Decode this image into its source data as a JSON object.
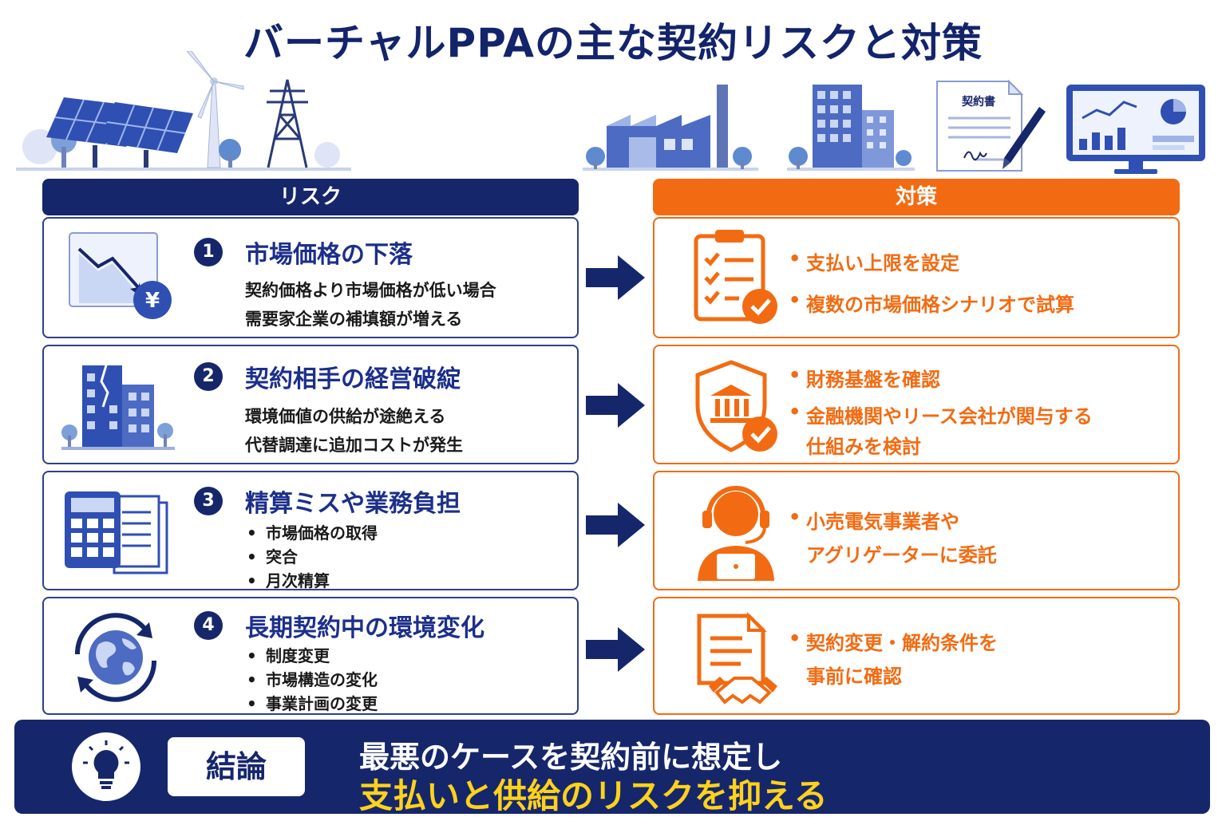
{
  "title": "バーチャルPPAの主な契約リスクと対策",
  "headers": {
    "risk": "リスク",
    "measure": "対策"
  },
  "illustrations": {
    "document_label": "契約書"
  },
  "risks": [
    {
      "number": "1",
      "icon": "price-down-yen-icon",
      "title": "市場価格の下落",
      "lines": [
        "契約価格より市場価格が低い場合",
        "需要家企業の補填額が増える"
      ]
    },
    {
      "number": "2",
      "icon": "building-crack-icon",
      "title": "契約相手の経営破綻",
      "lines": [
        "環境価値の供給が途絶える",
        "代替調達に追加コストが発生"
      ]
    },
    {
      "number": "3",
      "icon": "calculator-documents-icon",
      "title": "精算ミスや業務負担",
      "bullets": [
        "市場価格の取得",
        "突合",
        "月次精算"
      ]
    },
    {
      "number": "4",
      "icon": "globe-cycle-icon",
      "title": "長期契約中の環境変化",
      "bullets": [
        "制度変更",
        "市場構造の変化",
        "事業計画の変更"
      ]
    }
  ],
  "measures": [
    {
      "icon": "checklist-icon",
      "items": [
        "支払い上限を設定",
        "複数の市場価格シナリオで試算"
      ]
    },
    {
      "icon": "bank-shield-icon",
      "items": [
        "財務基盤を確認",
        "金融機関やリース会社が関与する",
        "仕組みを検討"
      ]
    },
    {
      "icon": "operator-headset-icon",
      "items": [
        "小売電気事業者や",
        "アグリゲーターに委託"
      ]
    },
    {
      "icon": "contract-handshake-icon",
      "items": [
        "契約変更・解約条件を",
        "事前に確認"
      ]
    }
  ],
  "conclusion": {
    "label": "結論",
    "line1": "最悪のケースを契約前に想定し",
    "line2": "支払いと供給のリスクを抑える"
  },
  "colors": {
    "navy": "#16266b",
    "orange": "#f26b12",
    "yellow": "#ffd21a",
    "blue": "#3f5fc4"
  }
}
